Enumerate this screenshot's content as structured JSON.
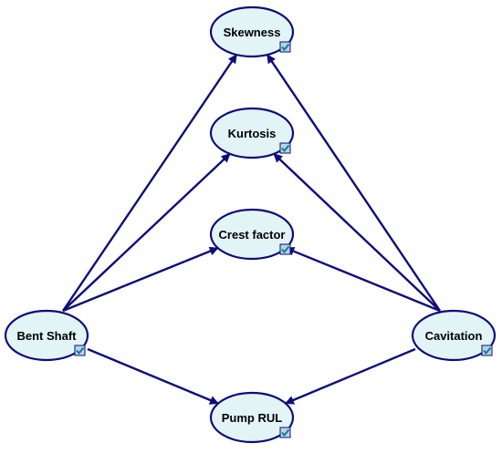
{
  "diagram": {
    "colors": {
      "node_fill": "#e3f4f7",
      "node_stroke": "#0d0d7a",
      "edge": "#0d0d7a",
      "check_fill": "#b7d3e8",
      "check_border": "#0d0d7a",
      "check_mark": "#0e7d86"
    },
    "icon": "checkbox-icon",
    "nodes": [
      {
        "id": "skewness",
        "label": "Skewness",
        "checked": true
      },
      {
        "id": "kurtosis",
        "label": "Kurtosis",
        "checked": true
      },
      {
        "id": "crest",
        "label": "Crest factor",
        "checked": true
      },
      {
        "id": "bent",
        "label": "Bent Shaft",
        "checked": true
      },
      {
        "id": "cavitation",
        "label": "Cavitation",
        "checked": true
      },
      {
        "id": "rul",
        "label": "Pump RUL",
        "checked": true
      }
    ],
    "edges": [
      {
        "from": "bent",
        "to": "skewness"
      },
      {
        "from": "bent",
        "to": "kurtosis"
      },
      {
        "from": "bent",
        "to": "crest"
      },
      {
        "from": "bent",
        "to": "rul"
      },
      {
        "from": "cavitation",
        "to": "skewness"
      },
      {
        "from": "cavitation",
        "to": "kurtosis"
      },
      {
        "from": "cavitation",
        "to": "crest"
      },
      {
        "from": "cavitation",
        "to": "rul"
      }
    ]
  }
}
